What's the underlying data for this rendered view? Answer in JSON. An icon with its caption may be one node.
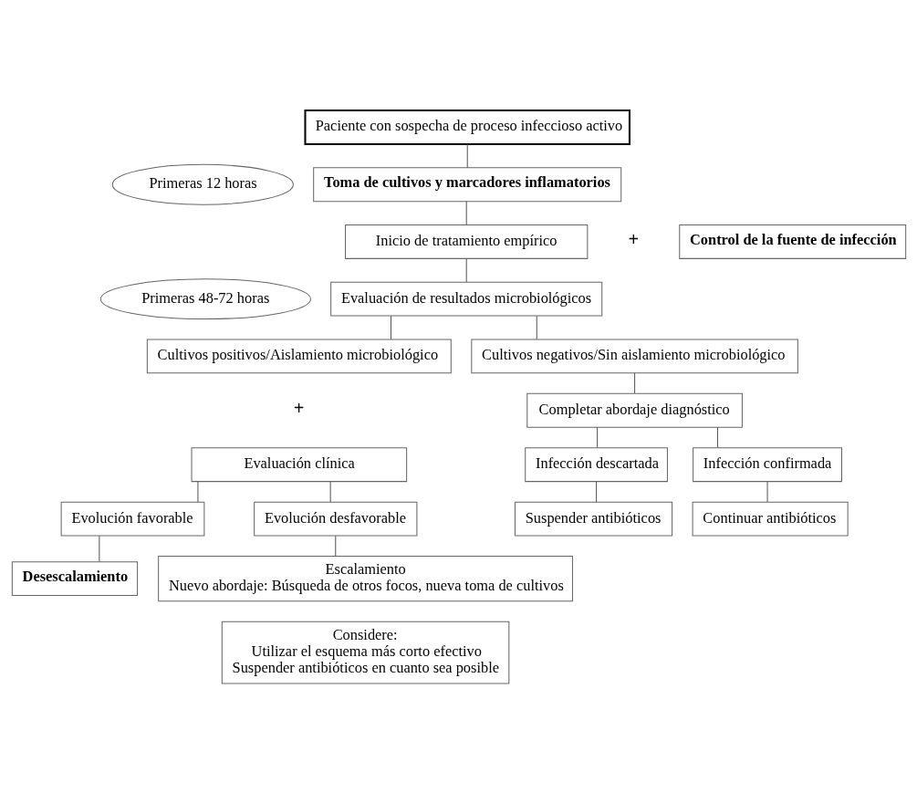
{
  "diagram": {
    "nodes": [
      {
        "text": [
          "Paciente con sospecha de proceso infeccioso activo"
        ]
      },
      {
        "text": [
          "Primeras 12 horas"
        ]
      },
      {
        "text": [
          "Toma de cultivos y marcadores inflamatorios"
        ]
      },
      {
        "text": [
          "Inicio de tratamiento empírico"
        ]
      },
      {
        "text": [
          "Control de la fuente de infección"
        ]
      },
      {
        "text": [
          "Primeras 48-72 horas"
        ]
      },
      {
        "text": [
          "Evaluación de resultados microbiológicos"
        ]
      },
      {
        "text": [
          "Cultivos positivos/Aislamiento microbiológico"
        ]
      },
      {
        "text": [
          "Cultivos negativos/Sin aislamiento microbiológico"
        ]
      },
      {
        "text": [
          "Evaluación clínica"
        ]
      },
      {
        "text": [
          "Completar abordaje diagnóstico"
        ]
      },
      {
        "text": [
          "Evolución favorable"
        ]
      },
      {
        "text": [
          "Evolución desfavorable"
        ]
      },
      {
        "text": [
          "Infección confirmada"
        ]
      },
      {
        "text": [
          "Infección descartada"
        ]
      },
      {
        "text": [
          "Desescalamiento"
        ]
      },
      {
        "text": [
          "Escalamiento",
          "Nuevo abordaje: Búsqueda de otros focos, nueva toma de cultivos"
        ]
      },
      {
        "text": [
          "Continuar antibióticos"
        ]
      },
      {
        "text": [
          "Suspender antibióticos"
        ]
      },
      {
        "text": [
          "Considere:",
          "Utilizar el esquema más corto efectivo",
          "Suspender antibióticos en cuanto sea posible"
        ]
      }
    ],
    "edges": [
      {
        "from": 0,
        "to": 2,
        "arrow": "none"
      },
      {
        "from": 2,
        "to": 3,
        "arrow": "none"
      },
      {
        "from": 3,
        "to": 6,
        "arrow": "none"
      },
      {
        "from": 6,
        "to": 7,
        "arrow": "none"
      },
      {
        "from": 6,
        "to": 8,
        "arrow": "none"
      },
      {
        "from": 8,
        "to": 10,
        "arrow": "none"
      },
      {
        "from": 9,
        "to": 11,
        "arrow": "none"
      },
      {
        "from": 9,
        "to": 12,
        "arrow": "none"
      },
      {
        "from": 11,
        "to": 15,
        "arrow": "none"
      },
      {
        "from": 12,
        "to": 16,
        "arrow": "none"
      },
      {
        "from": 10,
        "to": 13,
        "arrow": "none"
      },
      {
        "from": 10,
        "to": 14,
        "arrow": "none"
      },
      {
        "from": 13,
        "to": 17,
        "arrow": "none"
      },
      {
        "from": 14,
        "to": 18,
        "arrow": "none"
      }
    ],
    "labels": [
      "+",
      "+"
    ]
  }
}
